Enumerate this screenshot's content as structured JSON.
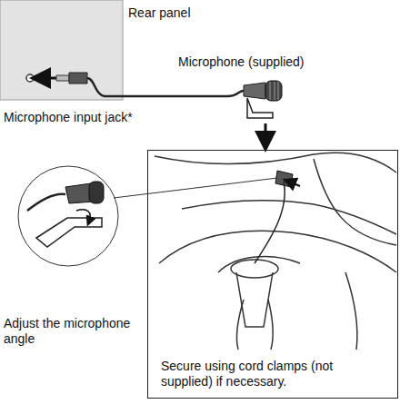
{
  "diagram": {
    "nodes": [
      {
        "text": [
          "Secure using cord clamps (not supplied) if necessary."
        ]
      }
    ],
    "labels": [
      "Rear panel",
      "Microphone (supplied)",
      "Microphone input jack*",
      "Adjust the microphone angle"
    ]
  }
}
